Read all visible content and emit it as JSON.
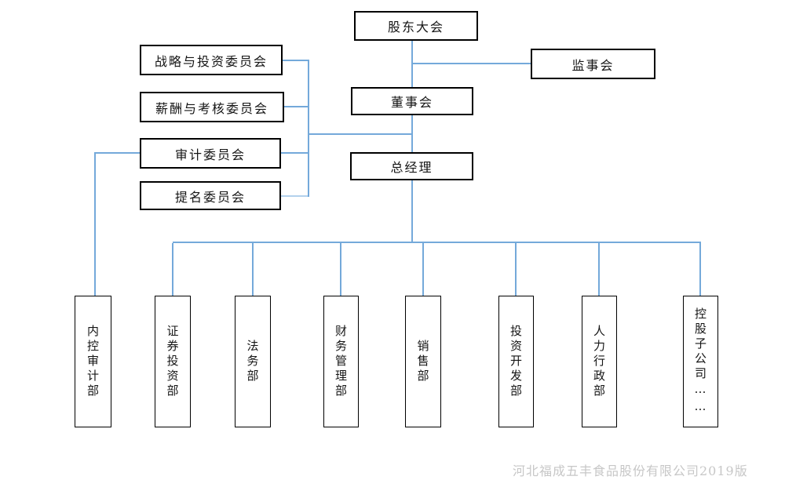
{
  "org_chart": {
    "nodes": {
      "shareholders_meeting": "股东大会",
      "supervisory_board": "监事会",
      "board_of_directors": "董事会",
      "general_manager": "总经理",
      "committees": [
        "战略与投资委员会",
        "薪酬与考核委员会",
        "审计委员会",
        "提名委员会"
      ],
      "departments": [
        "内控审计部",
        "证券投资部",
        "法务部",
        "财务管理部",
        "销售部",
        "投资开发部",
        "人力行政部",
        "控股子公司……"
      ]
    },
    "edges": [
      [
        "股东大会",
        "董事会"
      ],
      [
        "股东大会",
        "监事会"
      ],
      [
        "董事会",
        "总经理"
      ],
      [
        "董事会",
        "战略与投资委员会"
      ],
      [
        "董事会",
        "薪酬与考核委员会"
      ],
      [
        "董事会",
        "审计委员会"
      ],
      [
        "董事会",
        "提名委员会"
      ],
      [
        "审计委员会",
        "内控审计部"
      ],
      [
        "总经理",
        "证券投资部"
      ],
      [
        "总经理",
        "法务部"
      ],
      [
        "总经理",
        "财务管理部"
      ],
      [
        "总经理",
        "销售部"
      ],
      [
        "总经理",
        "投资开发部"
      ],
      [
        "总经理",
        "人力行政部"
      ],
      [
        "总经理",
        "控股子公司……"
      ]
    ],
    "watermark": "河北福成五丰食品股份有限公司2019版",
    "colors": {
      "connector": "#74a9da",
      "connector_light": "#b3d1ec",
      "box_border": "#000000",
      "watermark_text": "#c7c7c7",
      "background": "#ffffff"
    }
  }
}
